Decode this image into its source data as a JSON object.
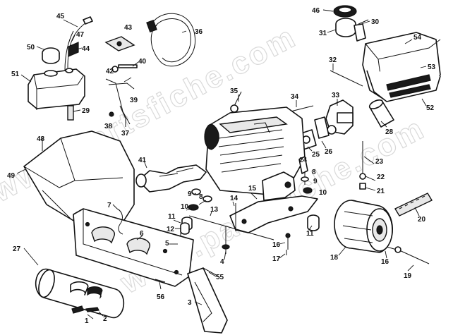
{
  "watermark": "www.partsfiche.com",
  "callouts": [
    {
      "id": "c45",
      "label": "45"
    },
    {
      "id": "c47",
      "label": "47"
    },
    {
      "id": "c44",
      "label": "44"
    },
    {
      "id": "c50",
      "label": "50"
    },
    {
      "id": "c51",
      "label": "51"
    },
    {
      "id": "c29",
      "label": "29"
    },
    {
      "id": "c43",
      "label": "43"
    },
    {
      "id": "c40",
      "label": "40"
    },
    {
      "id": "c42",
      "label": "42"
    },
    {
      "id": "c39",
      "label": "39"
    },
    {
      "id": "c38",
      "label": "38"
    },
    {
      "id": "c37",
      "label": "37"
    },
    {
      "id": "c36",
      "label": "36"
    },
    {
      "id": "c46",
      "label": "46"
    },
    {
      "id": "c30",
      "label": "30"
    },
    {
      "id": "c31",
      "label": "31"
    },
    {
      "id": "c54",
      "label": "54"
    },
    {
      "id": "c53",
      "label": "53"
    },
    {
      "id": "c52",
      "label": "52"
    },
    {
      "id": "c32",
      "label": "32"
    },
    {
      "id": "c33",
      "label": "33"
    },
    {
      "id": "c34",
      "label": "34"
    },
    {
      "id": "c35",
      "label": "35"
    },
    {
      "id": "c28",
      "label": "28"
    },
    {
      "id": "c26",
      "label": "26"
    },
    {
      "id": "c25",
      "label": "25"
    },
    {
      "id": "c23",
      "label": "23"
    },
    {
      "id": "c22",
      "label": "22"
    },
    {
      "id": "c21",
      "label": "21"
    },
    {
      "id": "c24",
      "label": "24"
    },
    {
      "id": "c8a",
      "label": "8"
    },
    {
      "id": "c9a",
      "label": "9"
    },
    {
      "id": "c10a",
      "label": "10"
    },
    {
      "id": "c48",
      "label": "48"
    },
    {
      "id": "c49",
      "label": "49"
    },
    {
      "id": "c41",
      "label": "41"
    },
    {
      "id": "c9b",
      "label": "9"
    },
    {
      "id": "c8b",
      "label": "8"
    },
    {
      "id": "c10b",
      "label": "10"
    },
    {
      "id": "c14",
      "label": "14"
    },
    {
      "id": "c15",
      "label": "15"
    },
    {
      "id": "c13",
      "label": "13"
    },
    {
      "id": "c11a",
      "label": "11"
    },
    {
      "id": "c11b",
      "label": "11"
    },
    {
      "id": "c12",
      "label": "12"
    },
    {
      "id": "c5",
      "label": "5"
    },
    {
      "id": "c7",
      "label": "7"
    },
    {
      "id": "c6",
      "label": "6"
    },
    {
      "id": "c4",
      "label": "4"
    },
    {
      "id": "c16a",
      "label": "16"
    },
    {
      "id": "c17",
      "label": "17"
    },
    {
      "id": "c18",
      "label": "18"
    },
    {
      "id": "c16b",
      "label": "16"
    },
    {
      "id": "c19",
      "label": "19"
    },
    {
      "id": "c20",
      "label": "20"
    },
    {
      "id": "c27",
      "label": "27"
    },
    {
      "id": "c55",
      "label": "55"
    },
    {
      "id": "c56",
      "label": "56"
    },
    {
      "id": "c3",
      "label": "3"
    },
    {
      "id": "c1",
      "label": "1"
    },
    {
      "id": "c2",
      "label": "2"
    }
  ]
}
